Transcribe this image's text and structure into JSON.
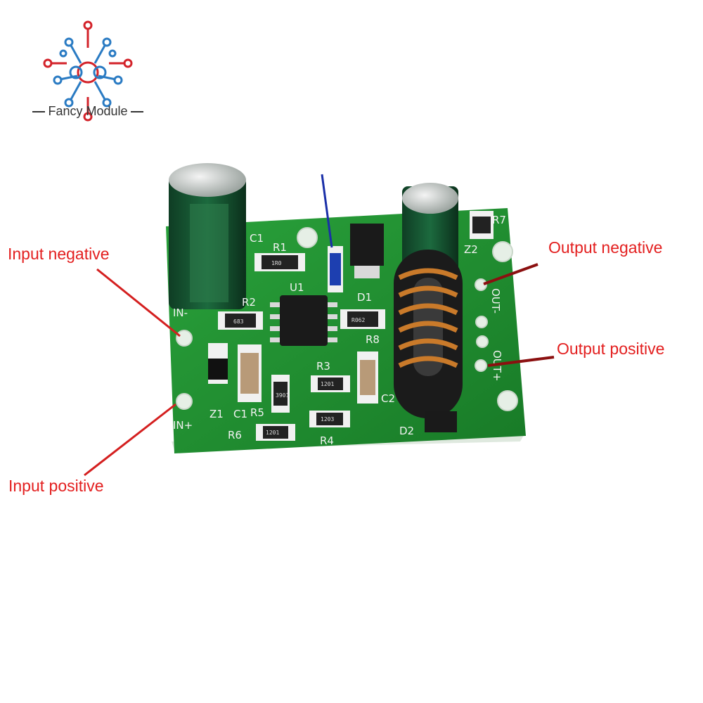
{
  "brand": {
    "name": "Fancy Module",
    "logo_icon": "circuit-logo-icon",
    "colors": {
      "red": "#d3232a",
      "blue": "#2a7bc3"
    }
  },
  "labels": {
    "input_negative": "Input negative",
    "input_positive": "Input positive",
    "output_negative": "Output negative",
    "output_positive": "Output positive"
  },
  "board": {
    "pcb_color": "#1f8a2e",
    "silkscreen": {
      "in_minus": "IN-",
      "in_plus": "IN+",
      "out_minus": "OUT-",
      "out_plus": "OUT+",
      "c1_top": "C1",
      "r1": "R1",
      "r2": "R2",
      "r3": "R3",
      "r4": "R4",
      "r5": "R5",
      "r6": "R6",
      "r7": "R7",
      "r8": "R8",
      "u1": "U1",
      "d1": "D1",
      "d2": "D2",
      "c2": "C2",
      "z1": "Z1",
      "z2": "Z2",
      "c1_bottom": "C1"
    },
    "chip_markings": {
      "r1": "1R0",
      "r2": "683",
      "r8": "R062",
      "r3": "1201",
      "r4": "1203",
      "r6": "1201",
      "r5": "3901"
    }
  },
  "annotation_colors": {
    "arrow_red": "#d41f1f",
    "arrow_dark_red": "#8b1010",
    "arrow_blue": "#1a2fa8"
  }
}
